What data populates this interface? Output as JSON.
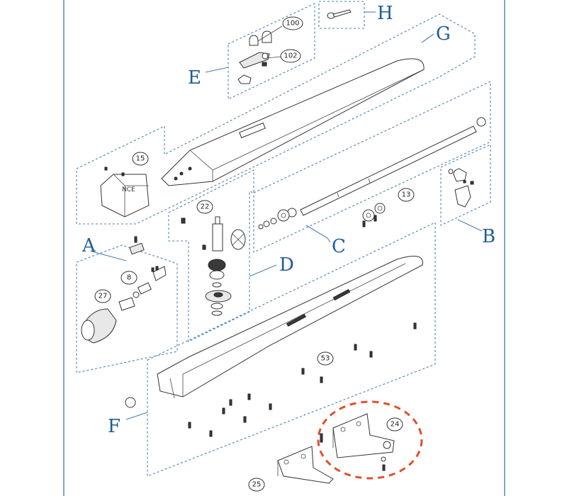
{
  "groups": {
    "A": "A",
    "B": "B",
    "C": "C",
    "D": "D",
    "E": "E",
    "F": "F",
    "G": "G",
    "H": "H"
  },
  "callouts": {
    "c100": "100",
    "c102": "102",
    "c15": "15",
    "c22": "22",
    "c13": "13",
    "c8": "8",
    "c27": "27",
    "c53": "53",
    "c24": "24",
    "c25": "25"
  },
  "colors": {
    "frame": "#4a7fb5",
    "label": "#1f5c99",
    "highlight": "#e0502a"
  }
}
